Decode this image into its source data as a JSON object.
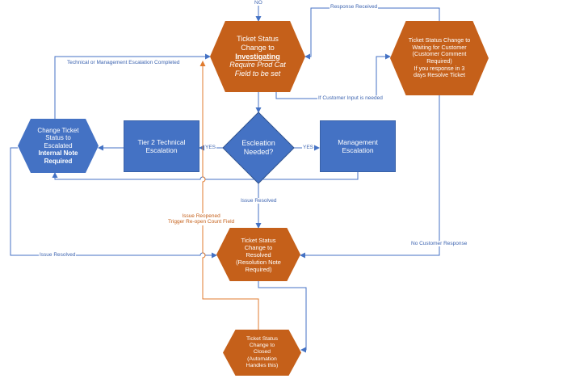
{
  "nodes": {
    "investigating": {
      "lines": [
        "Ticket Status",
        "Change to",
        "Investigating",
        "Require Prod Cat",
        "Field to be set"
      ]
    },
    "waiting": {
      "lines": [
        "Ticket Status Change to",
        "Waiting for Customer",
        "(Customer Comment",
        "Required)",
        "If you response in 3",
        "days Resolve Ticket"
      ]
    },
    "escalated": {
      "lines": [
        "Change Ticket",
        "Status to",
        "Escalated",
        "Internal Note",
        "Required"
      ]
    },
    "tier2": {
      "lines": [
        "Tier 2 Technical",
        "Escalation"
      ]
    },
    "decision": {
      "lines": [
        "Escleation",
        "Needed?"
      ]
    },
    "management": {
      "lines": [
        "Management",
        "Escalation"
      ]
    },
    "resolved": {
      "lines": [
        "Ticket Status",
        "Change to",
        "Resolved",
        "(Resolution Note",
        "Required)"
      ]
    },
    "closed": {
      "lines": [
        "Ticket Status",
        "Change to",
        "Closed",
        "(Automation",
        "Handles this)"
      ]
    }
  },
  "labels": {
    "no": "NO",
    "response_received": "Response Received",
    "tech_mgmt_completed": "Technical or Management Escalation Completed",
    "if_customer_input": "If Customer Input is needed",
    "yes_left": "YES",
    "yes_right": "YES",
    "issue_resolved_center": "Issue Resolved",
    "issue_reopened_1": "Issue Reopened",
    "issue_reopened_2": "Trigger Re-open Count Field",
    "no_customer_response": "No Customer Response",
    "issue_resolved_left": "Issue Resolved"
  },
  "colors": {
    "orange": "#c5601a",
    "blue": "#4472c4",
    "arrow_blue": "#4472c4",
    "arrow_orange": "#e07b2f"
  }
}
